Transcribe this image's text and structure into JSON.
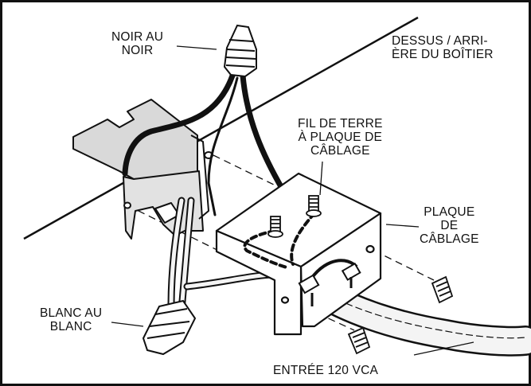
{
  "labels": {
    "black_to_black": [
      "NOIR AU",
      "NOIR"
    ],
    "top_rear": [
      "DESSUS / ARRI-",
      "ÈRE DU BOÎTIER"
    ],
    "ground_wire": [
      "FIL DE TERRE",
      "À PLAQUE DE",
      "CÂBLAGE"
    ],
    "wiring_plate": [
      "PLAQUE",
      "DE",
      "CÂBLAGE"
    ],
    "white_to_white": [
      "BLANC AU",
      "BLANC"
    ],
    "input": "ENTRÉE 120 VCA"
  },
  "colors": {
    "ink": "#111111",
    "metal_shade": "#d9d9d9",
    "cable_fill": "#f4f4f4",
    "background": "#ffffff"
  },
  "icons": [
    "wire-nut-icon",
    "screw-icon",
    "cable-clamp-icon",
    "ground-screw-icon"
  ]
}
